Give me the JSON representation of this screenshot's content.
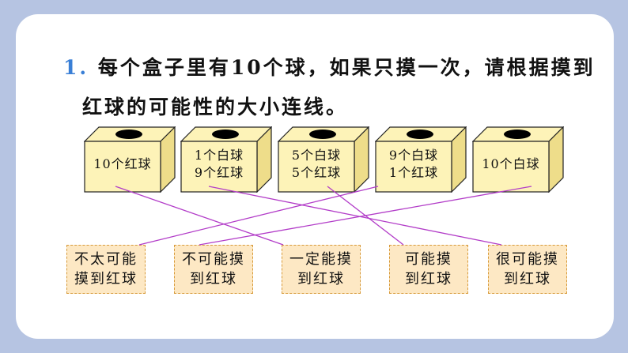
{
  "question": {
    "number": "1.",
    "line1": "每个盒子里有10个球，如果只摸一次，请根据摸到",
    "line2": "红球的可能性的大小连线。"
  },
  "boxes": [
    {
      "line1": "10个红球",
      "line2": ""
    },
    {
      "line1": "1个白球",
      "line2": "9个红球"
    },
    {
      "line1": "5个白球",
      "line2": "5个红球"
    },
    {
      "line1": "9个白球",
      "line2": "1个红球"
    },
    {
      "line1": "10个白球",
      "line2": ""
    }
  ],
  "cards": [
    {
      "line1": "不太可能",
      "line2": "摸到红球"
    },
    {
      "line1": "不可能摸",
      "line2": "到红球"
    },
    {
      "line1": "一定能摸",
      "line2": "到红球"
    },
    {
      "line1": "可能摸",
      "line2": "到红球"
    },
    {
      "line1": "很可能摸",
      "line2": "到红球"
    }
  ],
  "colors": {
    "background": "#b6c4e2",
    "box_face": "#fdf3b8",
    "box_side": "#eedd8a",
    "card_fill": "#fde8c4",
    "card_border": "#d79a3a",
    "line": "#b23cc8",
    "question_number": "#3a7fd6"
  },
  "connections": [
    {
      "box": 0,
      "card": 2
    },
    {
      "box": 1,
      "card": 4
    },
    {
      "box": 2,
      "card": 3
    },
    {
      "box": 3,
      "card": 0
    },
    {
      "box": 4,
      "card": 1
    }
  ]
}
